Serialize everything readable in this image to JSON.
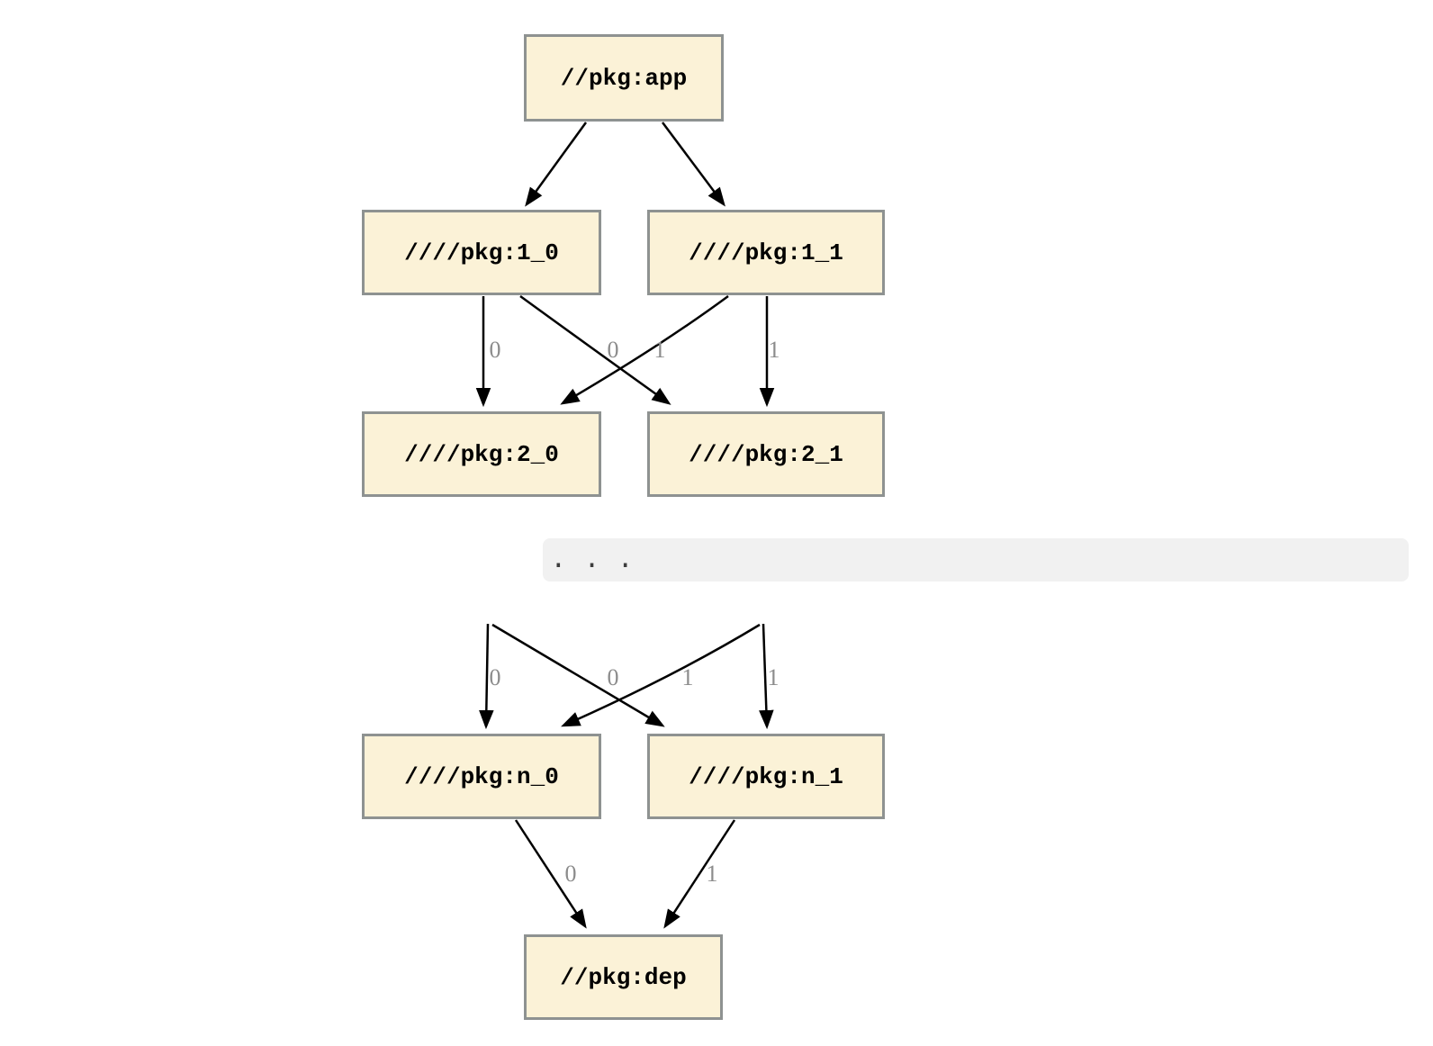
{
  "diagram": {
    "nodes": {
      "app": {
        "label": "//pkg:app"
      },
      "l1_0": {
        "label": "////pkg:1_0"
      },
      "l1_1": {
        "label": "////pkg:1_1"
      },
      "l2_0": {
        "label": "////pkg:2_0"
      },
      "l2_1": {
        "label": "////pkg:2_1"
      },
      "ln_0": {
        "label": "////pkg:n_0"
      },
      "ln_1": {
        "label": "////pkg:n_1"
      },
      "dep": {
        "label": "//pkg:dep"
      }
    },
    "edges": [
      {
        "from": "//pkg:app",
        "to": "////pkg:1_0",
        "label": ""
      },
      {
        "from": "//pkg:app",
        "to": "////pkg:1_1",
        "label": ""
      },
      {
        "from": "////pkg:1_0",
        "to": "////pkg:2_0",
        "label": "0"
      },
      {
        "from": "////pkg:1_0",
        "to": "////pkg:2_1",
        "label": "0"
      },
      {
        "from": "////pkg:1_1",
        "to": "////pkg:2_0",
        "label": "1"
      },
      {
        "from": "////pkg:1_1",
        "to": "////pkg:2_1",
        "label": "1"
      },
      {
        "from": "...",
        "to": "////pkg:n_0",
        "label": "0"
      },
      {
        "from": "...",
        "to": "////pkg:n_1",
        "label": "0"
      },
      {
        "from": "...",
        "to": "////pkg:n_0",
        "label": "1"
      },
      {
        "from": "...",
        "to": "////pkg:n_1",
        "label": "1"
      },
      {
        "from": "////pkg:n_0",
        "to": "//pkg:dep",
        "label": "0"
      },
      {
        "from": "////pkg:n_1",
        "to": "//pkg:dep",
        "label": "1"
      }
    ],
    "ellipsis": {
      "text": ". . ."
    },
    "colors": {
      "node_fill": "#fbf2d7",
      "node_border": "#8e9291",
      "edge": "#000000",
      "edge_label": "#8c8c8c",
      "ellipsis_bar_bg": "#f1f1f1",
      "ellipsis_text": "#3d3d3d",
      "background": "#ffffff"
    }
  }
}
